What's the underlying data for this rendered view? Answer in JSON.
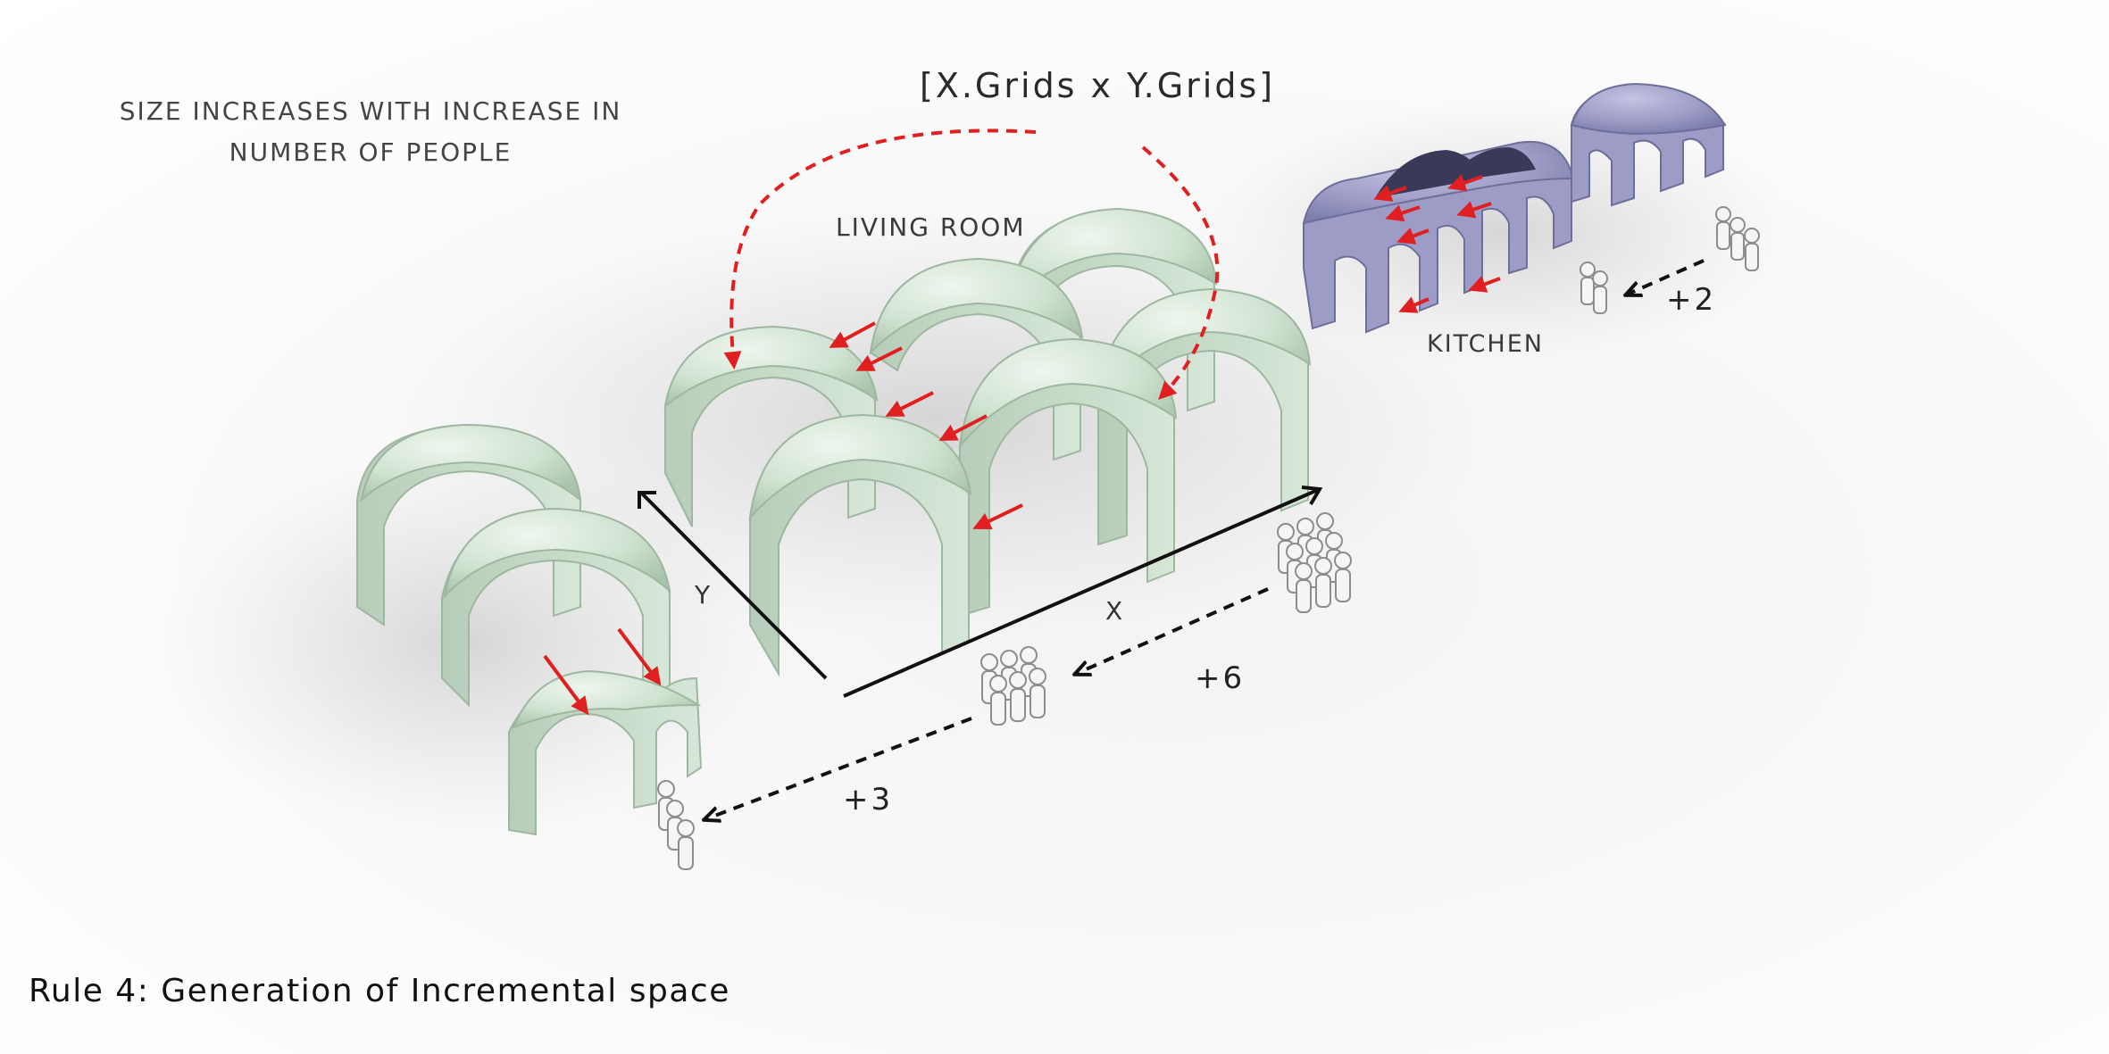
{
  "subtitle": "SIZE INCREASES WITH INCREASE IN NUMBER OF PEOPLE",
  "formula": "[X.Grids x Y.Grids]",
  "rooms": {
    "living": "LIVING ROOM",
    "kitchen": "KITCHEN"
  },
  "axes": {
    "x": "X",
    "y": "Y"
  },
  "increments": {
    "small": "+3",
    "medium": "+6",
    "kitchen": "+2"
  },
  "title": "Rule 4: Generation of Incremental space",
  "colors": {
    "living_room_structure": "#cfe2d0",
    "kitchen_structure": "#9c9cc6",
    "growth_arrows": "#e02020",
    "dimension_lines": "#111111"
  }
}
